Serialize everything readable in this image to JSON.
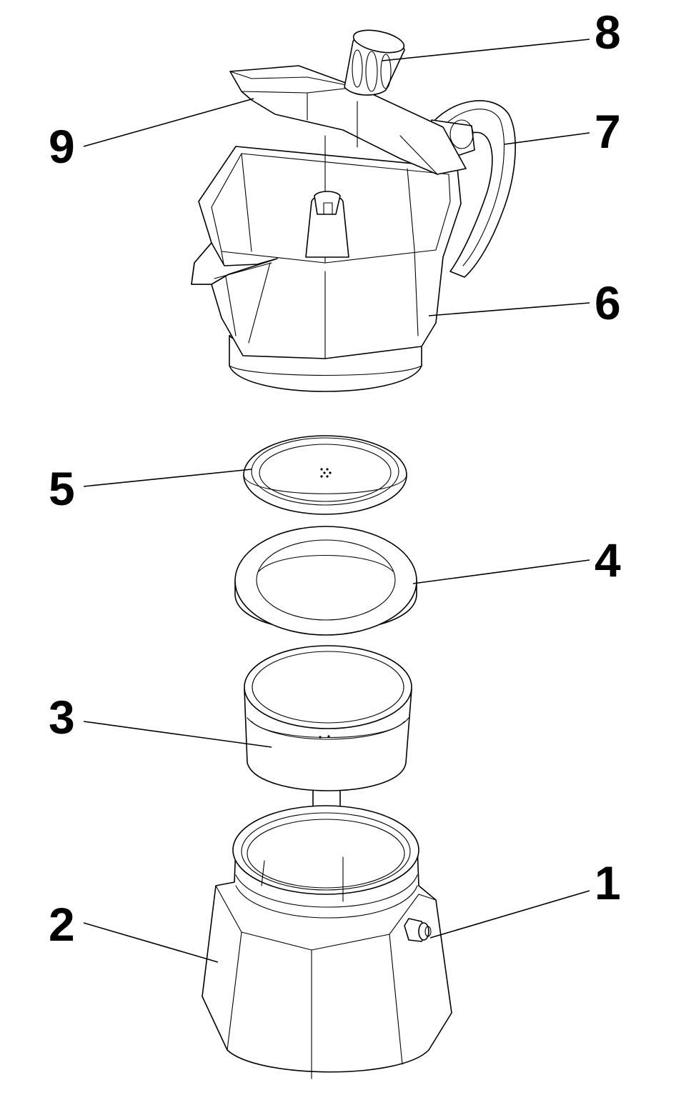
{
  "diagram": {
    "parts": [
      {
        "id": "1",
        "name": "safety-valve"
      },
      {
        "id": "2",
        "name": "boiler"
      },
      {
        "id": "3",
        "name": "funnel-filter"
      },
      {
        "id": "4",
        "name": "gasket"
      },
      {
        "id": "5",
        "name": "filter-plate"
      },
      {
        "id": "6",
        "name": "collector"
      },
      {
        "id": "7",
        "name": "handle"
      },
      {
        "id": "8",
        "name": "lid-knob"
      },
      {
        "id": "9",
        "name": "lid"
      }
    ]
  }
}
